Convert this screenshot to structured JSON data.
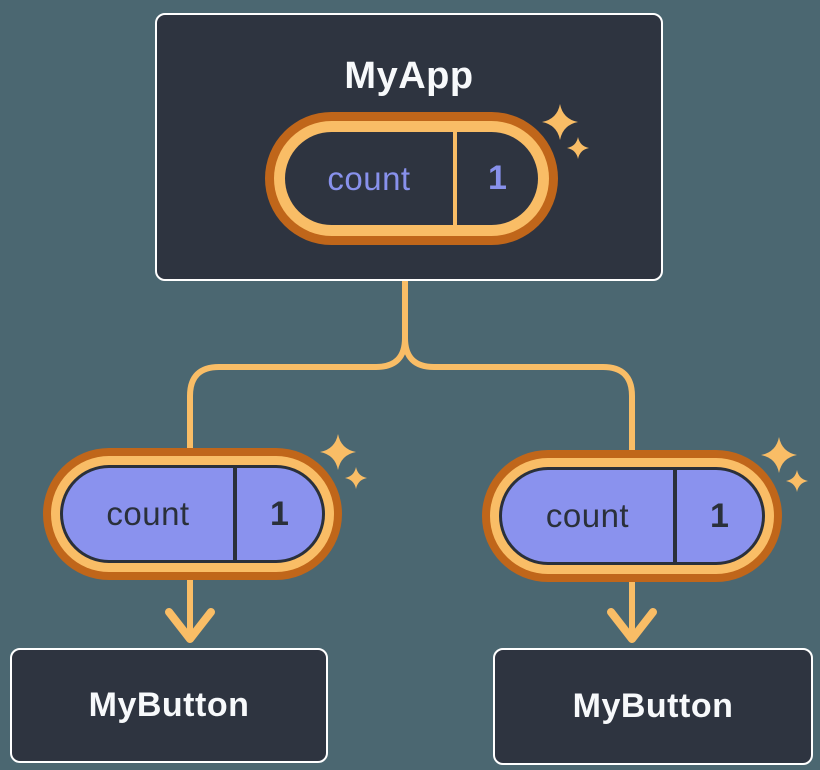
{
  "diagram": {
    "root": {
      "title": "MyApp",
      "state": {
        "name": "count",
        "value": "1"
      }
    },
    "children": [
      {
        "title": "MyButton",
        "state": {
          "name": "count",
          "value": "1"
        }
      },
      {
        "title": "MyButton",
        "state": {
          "name": "count",
          "value": "1"
        }
      }
    ],
    "icons": [
      "sparkles-icon",
      "arrow-down-icon"
    ],
    "colors": {
      "background": "#4B6771",
      "card_fill": "#2E3440",
      "card_border": "#FFFFFF",
      "orange_dark": "#C0661A",
      "orange_light": "#F9BD66",
      "lavender_text": "#8891EC",
      "pill_fill": "#8A92EE",
      "navy": "#2A303A",
      "title_text": "#F7F9FB"
    }
  }
}
